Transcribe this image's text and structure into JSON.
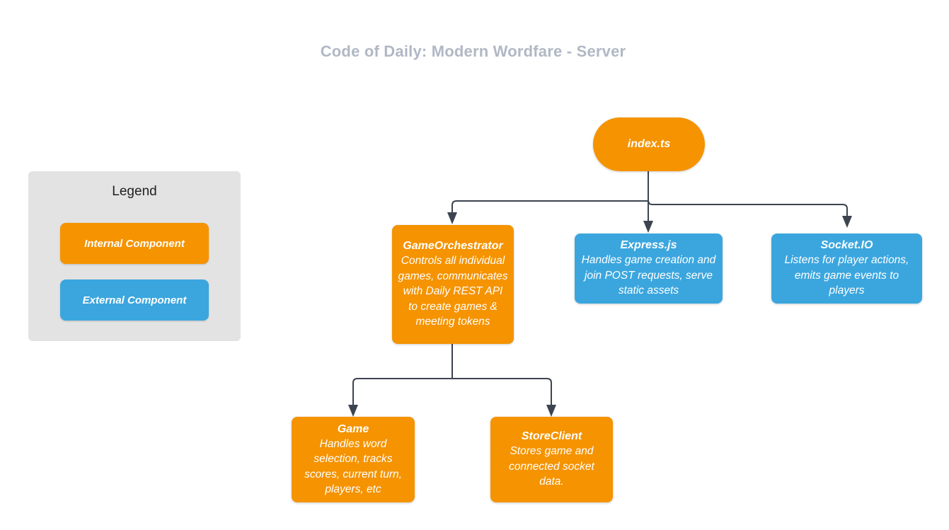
{
  "diagram": {
    "title": "Code of Daily: Modern Wordfare - Server",
    "colors": {
      "internal": "#f59300",
      "external": "#3ba6de",
      "legend_background": "#e3e3e3",
      "title_text": "#b0b8c4",
      "edge": "#3c4450",
      "node_text": "#ffffff",
      "canvas": "#ffffff"
    }
  },
  "legend": {
    "title": "Legend",
    "items": [
      {
        "label": "Internal Component",
        "type": "internal",
        "color": "#f59300"
      },
      {
        "label": "External Component",
        "type": "external",
        "color": "#3ba6de"
      }
    ]
  },
  "nodes": {
    "index": {
      "title": "index.ts",
      "description": "",
      "type": "internal",
      "shape": "stadium"
    },
    "game_orchestrator": {
      "title": "GameOrchestrator",
      "description": "Controls all individual games, communicates with Daily REST API to create games & meeting tokens",
      "type": "internal",
      "shape": "rounded-rect"
    },
    "express": {
      "title": "Express.js",
      "description": "Handles game creation and join POST requests, serve static assets",
      "type": "external",
      "shape": "rounded-rect"
    },
    "socketio": {
      "title": "Socket.IO",
      "description": "Listens for player actions, emits game events to players",
      "type": "external",
      "shape": "rounded-rect"
    },
    "game": {
      "title": "Game",
      "description": "Handles word selection, tracks scores, current turn, players, etc",
      "type": "internal",
      "shape": "rounded-rect"
    },
    "store_client": {
      "title": "StoreClient",
      "description": "Stores game and connected socket data.",
      "type": "internal",
      "shape": "rounded-rect"
    }
  },
  "edges": [
    {
      "from": "index",
      "to": "game_orchestrator",
      "label": "",
      "arrow": "end"
    },
    {
      "from": "index",
      "to": "express",
      "label": "",
      "arrow": "end"
    },
    {
      "from": "index",
      "to": "socketio",
      "label": "",
      "arrow": "end"
    },
    {
      "from": "game_orchestrator",
      "to": "game",
      "label": "",
      "arrow": "end"
    },
    {
      "from": "game_orchestrator",
      "to": "store_client",
      "label": "",
      "arrow": "end"
    }
  ]
}
